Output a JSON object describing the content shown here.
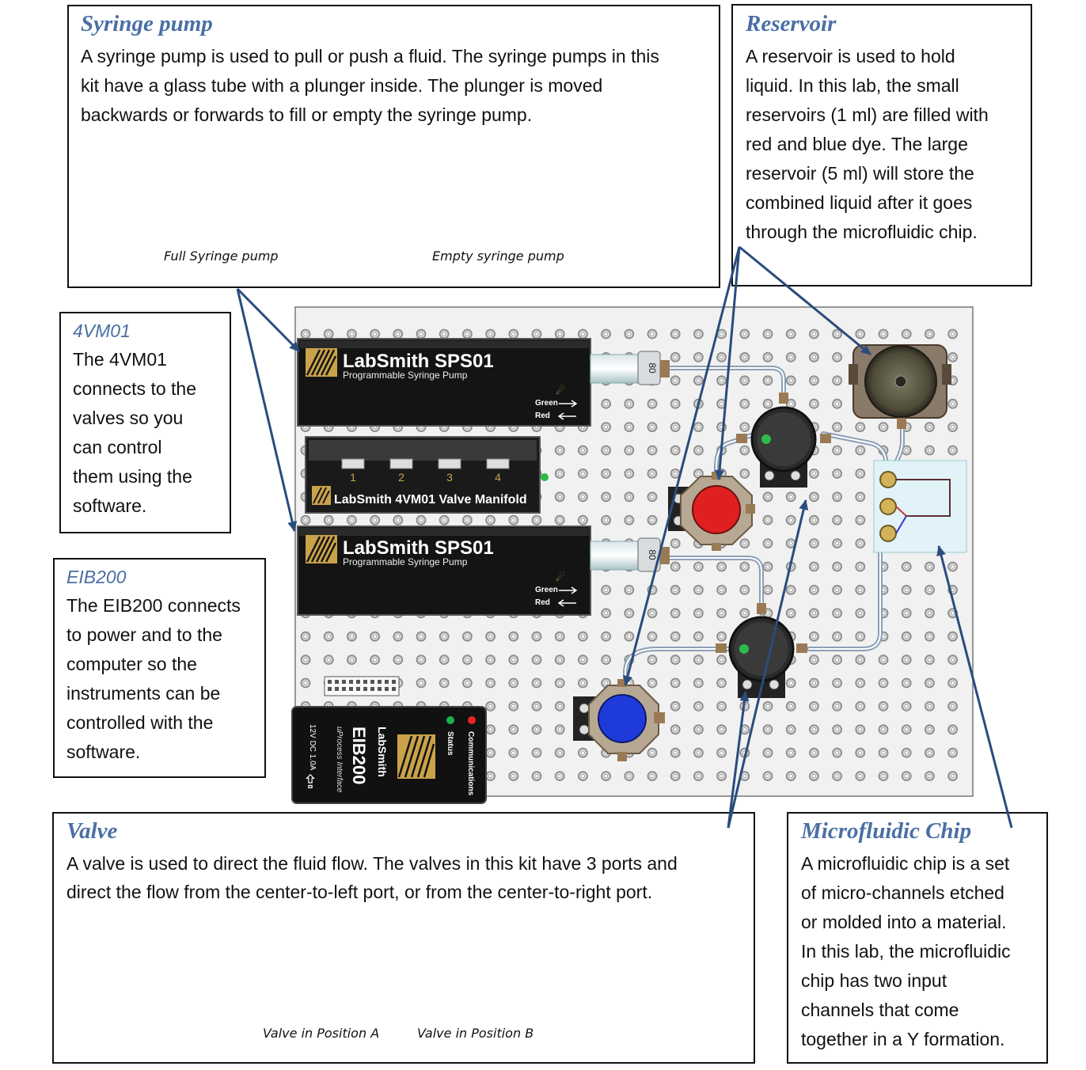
{
  "syringe_pump": {
    "title": "Syringe pump",
    "lines": [
      "A syringe pump is used to pull or push a fluid.  The syringe pumps in this",
      "kit have a glass tube with a plunger inside.  The plunger is moved",
      "backwards or forwards to fill or empty the syringe pump."
    ],
    "caption_full": "Full Syringe pump",
    "caption_empty": "Empty syringe pump"
  },
  "reservoir": {
    "title": "Reservoir",
    "lines": [
      "A reservoir is used to hold",
      "liquid. In this lab, the small",
      "reservoirs (1 ml) are filled with",
      "red and blue dye. The large",
      "reservoir (5 ml) will store the",
      "combined liquid after it goes",
      "through the microfluidic chip."
    ]
  },
  "vm01": {
    "title": "4VM01",
    "lines": [
      "The 4VM01",
      "connects to the",
      "valves so you",
      "can control",
      "them using the",
      "software."
    ]
  },
  "eib200": {
    "title": "EIB200",
    "lines": [
      "The EIB200 connects",
      "to power and to the",
      "computer so the",
      "instruments can be",
      "controlled with the",
      "software."
    ]
  },
  "valve": {
    "title": "Valve",
    "lines": [
      "A valve is used to direct the fluid flow. The valves in this kit have 3 ports and",
      "direct the flow from the center-to-left port, or from the center-to-right port."
    ],
    "caption_a": "Valve in Position A",
    "caption_b": "Valve in Position B"
  },
  "chip": {
    "title": "Microfluidic Chip",
    "lines": [
      "A microfluidic chip is a set",
      "of micro-channels etched",
      "or molded into a material.",
      "In this lab, the microfluidic",
      "chip has two input",
      "channels that come",
      "together in a Y formation."
    ]
  },
  "device_labels": {
    "pump_brand": "LabSmith SPS01",
    "pump_sub": "Programmable Syringe Pump",
    "green": "Green",
    "red": "Red",
    "manifold": "LabSmith 4VM01 Valve Manifold",
    "ports": [
      "1",
      "2",
      "3",
      "4"
    ],
    "eib_name": "EIB200",
    "eib_brand": "LabSmith",
    "eib_sub": "uProcess Interface",
    "eib_status": "Status",
    "eib_comm": "Communications",
    "eib_power": "12V DC 1.0A",
    "syringe_mark": "80"
  },
  "colors": {
    "title_blue": "#4a6fa5",
    "arrow_blue": "#2a4c7d",
    "pump_black": "#141414",
    "gold": "#c9a24a",
    "red_dye": "#e02020",
    "blue_dye": "#1e3ad8",
    "chip_bg": "#e1f3f8",
    "copper": "#b06a34"
  }
}
